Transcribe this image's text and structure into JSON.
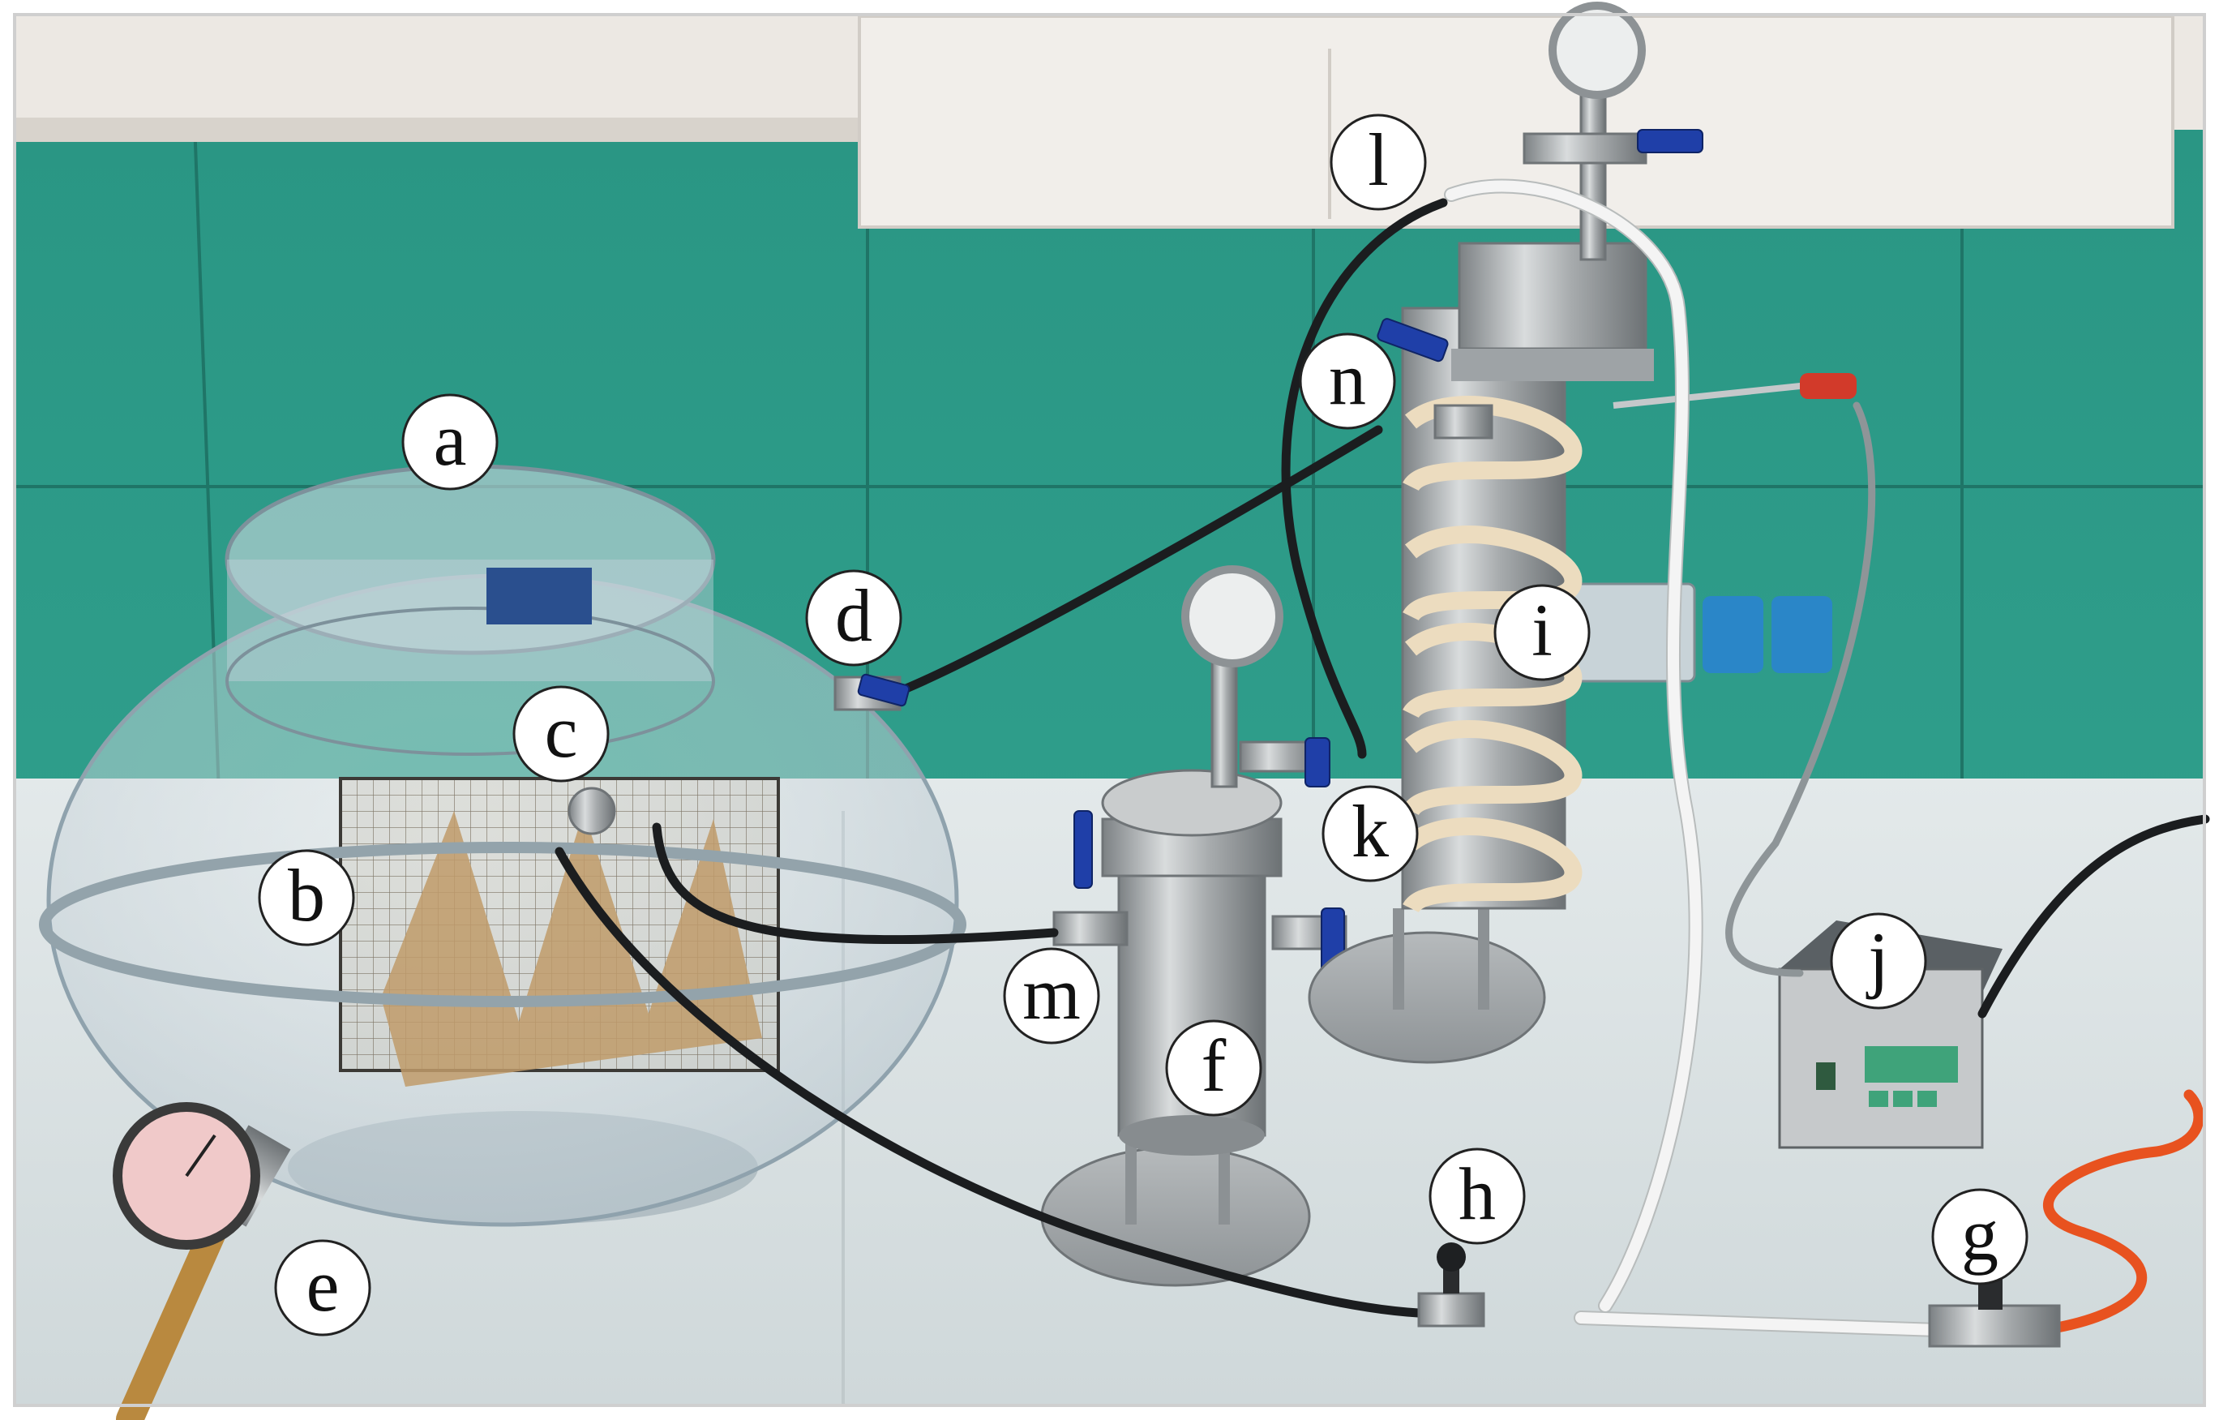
{
  "figure": {
    "description_labels": [
      {
        "id": "a",
        "text": "a"
      },
      {
        "id": "b",
        "text": "b"
      },
      {
        "id": "c",
        "text": "c"
      },
      {
        "id": "d",
        "text": "d"
      },
      {
        "id": "e",
        "text": "e"
      },
      {
        "id": "f",
        "text": "f"
      },
      {
        "id": "g",
        "text": "g"
      },
      {
        "id": "h",
        "text": "h"
      },
      {
        "id": "i",
        "text": "i"
      },
      {
        "id": "j",
        "text": "j"
      },
      {
        "id": "k",
        "text": "k"
      },
      {
        "id": "l",
        "text": "l"
      },
      {
        "id": "m",
        "text": "m"
      },
      {
        "id": "n",
        "text": "n"
      }
    ]
  },
  "colors": {
    "wall": "#2e9a86",
    "bench": "#dfe6e8",
    "shelf": "#e9e6e1",
    "valve": "#1f3fa8",
    "tube_orange": "#e8521f"
  }
}
